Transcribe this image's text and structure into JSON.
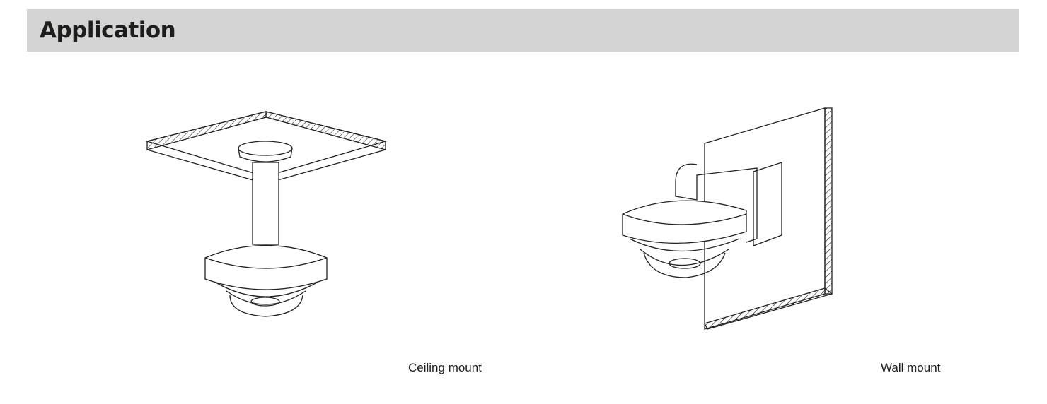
{
  "section": {
    "title": "Application"
  },
  "figures": [
    {
      "caption": "Ceiling mount",
      "icon": "ceiling-mount-camera-illustration"
    },
    {
      "caption": "Wall mount",
      "icon": "wall-mount-camera-illustration"
    }
  ]
}
